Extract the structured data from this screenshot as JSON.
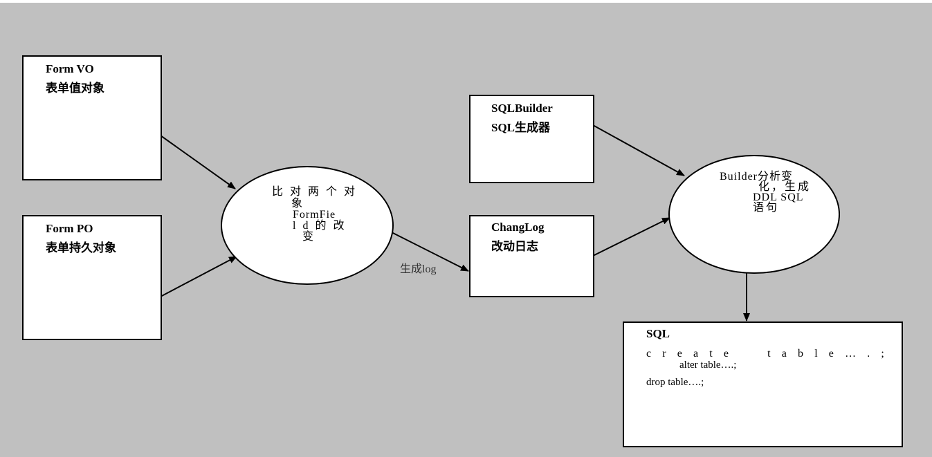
{
  "nodes": {
    "form_vo": {
      "title": "Form VO",
      "subtitle": "表单值对象"
    },
    "form_po": {
      "title": "Form PO",
      "subtitle": "表单持久对象"
    },
    "compare": {
      "lines": [
        "比 对 两 个 对",
        "象",
        "FormFie",
        "l d 的 改",
        "变"
      ]
    },
    "sql_builder": {
      "title": "SQLBuilder",
      "subtitle": "SQL生成器"
    },
    "chang_log": {
      "title": "ChangLog",
      "subtitle": "改动日志"
    },
    "builder_analyze": {
      "lines": [
        "Builder分析变",
        "化，生成",
        "DDL SQL",
        "语句"
      ]
    },
    "sql": {
      "title": "SQL",
      "line1_words": [
        "c",
        "r",
        "e",
        "a",
        "t",
        "e",
        "t",
        "a",
        "b",
        "l",
        "e",
        "…",
        ".",
        ";"
      ],
      "line2": "alter table….;",
      "line3": "drop table….;"
    }
  },
  "edges": {
    "compare_to_changlog_label": "生成log"
  }
}
